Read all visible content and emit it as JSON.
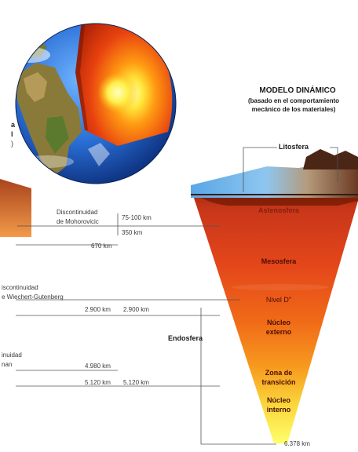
{
  "header": {
    "title": "MODELO DINÁMICO",
    "subtitle_line1": "(basado en el comportamiento",
    "subtitle_line2": "mecánico de los materiales)"
  },
  "left_fragment": {
    "line1": "a",
    "line2": "l",
    "line3": ")"
  },
  "labels": {
    "litosfera": "Litosfera",
    "endosfera": "Endosfera",
    "discontinuity_moho_line1": "Discontinuidad",
    "discontinuity_moho_line2": "de Mohorovicic",
    "discontinuity_wg_line1": "iscontinuidad",
    "discontinuity_wg_line2": "e Wiechert-Gutenberg",
    "discontinuity_lehmann_line1": "inuidad",
    "discontinuity_lehmann_line2": "nan"
  },
  "depths": {
    "d75_100": "75-100 km",
    "d350": "350 km",
    "d670": "670 km",
    "d2900_left": "2.900 km",
    "d2900_right": "2.900 km",
    "d4980": "4.980 km",
    "d5120_left": "5.120 km",
    "d5120_right": "5.120 km",
    "d6378": "6.378 km"
  },
  "layers": {
    "astenosfera": "Astenosfera",
    "mesosfera": "Mesosfera",
    "nivel_d": "Nivel D\"",
    "nucleo_externo_1": "Núcleo",
    "nucleo_externo_2": "externo",
    "zona_1": "Zona de",
    "zona_2": "transición",
    "nucleo_interno_1": "Núcleo",
    "nucleo_interno_2": "interno"
  },
  "colors": {
    "ocean": "#2a6fd6",
    "core": "#ffe53a",
    "mantle": "#e8420f",
    "line": "#555555"
  }
}
